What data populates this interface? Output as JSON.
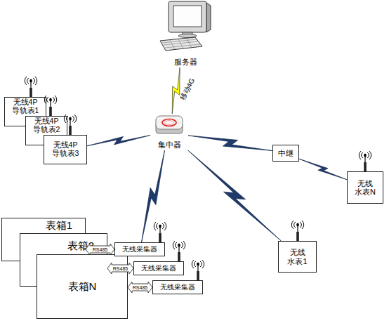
{
  "diagram": {
    "nodes": [
      {
        "text": [
          "服务器"
        ]
      },
      {
        "text": [
          "集中器"
        ]
      },
      {
        "text": [
          "无线4P 导轨表1"
        ]
      },
      {
        "text": [
          "无线4P 导轨表2"
        ]
      },
      {
        "text": [
          "无线4P 导轨表3"
        ]
      },
      {
        "text": [
          "中继"
        ]
      },
      {
        "text": [
          "无线 水表N"
        ]
      },
      {
        "text": [
          "表箱1"
        ]
      },
      {
        "text": [
          "表箱2"
        ]
      },
      {
        "text": [
          "表箱N"
        ]
      },
      {
        "text": [
          "无线采集器"
        ]
      },
      {
        "text": [
          "无线采集器"
        ]
      },
      {
        "text": [
          "无线采集器"
        ]
      },
      {
        "text": [
          "无线 水表1"
        ]
      }
    ],
    "edges": [
      {
        "from": 0,
        "to": 1,
        "arrow": "none",
        "label": "移动4G"
      },
      {
        "from": 1,
        "to": 4,
        "arrow": "none"
      },
      {
        "from": 1,
        "to": 5,
        "arrow": "none"
      },
      {
        "from": 5,
        "to": 6,
        "arrow": "none"
      },
      {
        "from": 1,
        "to": 10,
        "arrow": "none"
      },
      {
        "from": 1,
        "to": 13,
        "arrow": "none"
      },
      {
        "from": 7,
        "to": 10,
        "arrow": "both",
        "label": "RS485"
      },
      {
        "from": 8,
        "to": 11,
        "arrow": "both",
        "label": "RS485"
      },
      {
        "from": 9,
        "to": 12,
        "arrow": "both",
        "label": "RS485"
      }
    ]
  }
}
